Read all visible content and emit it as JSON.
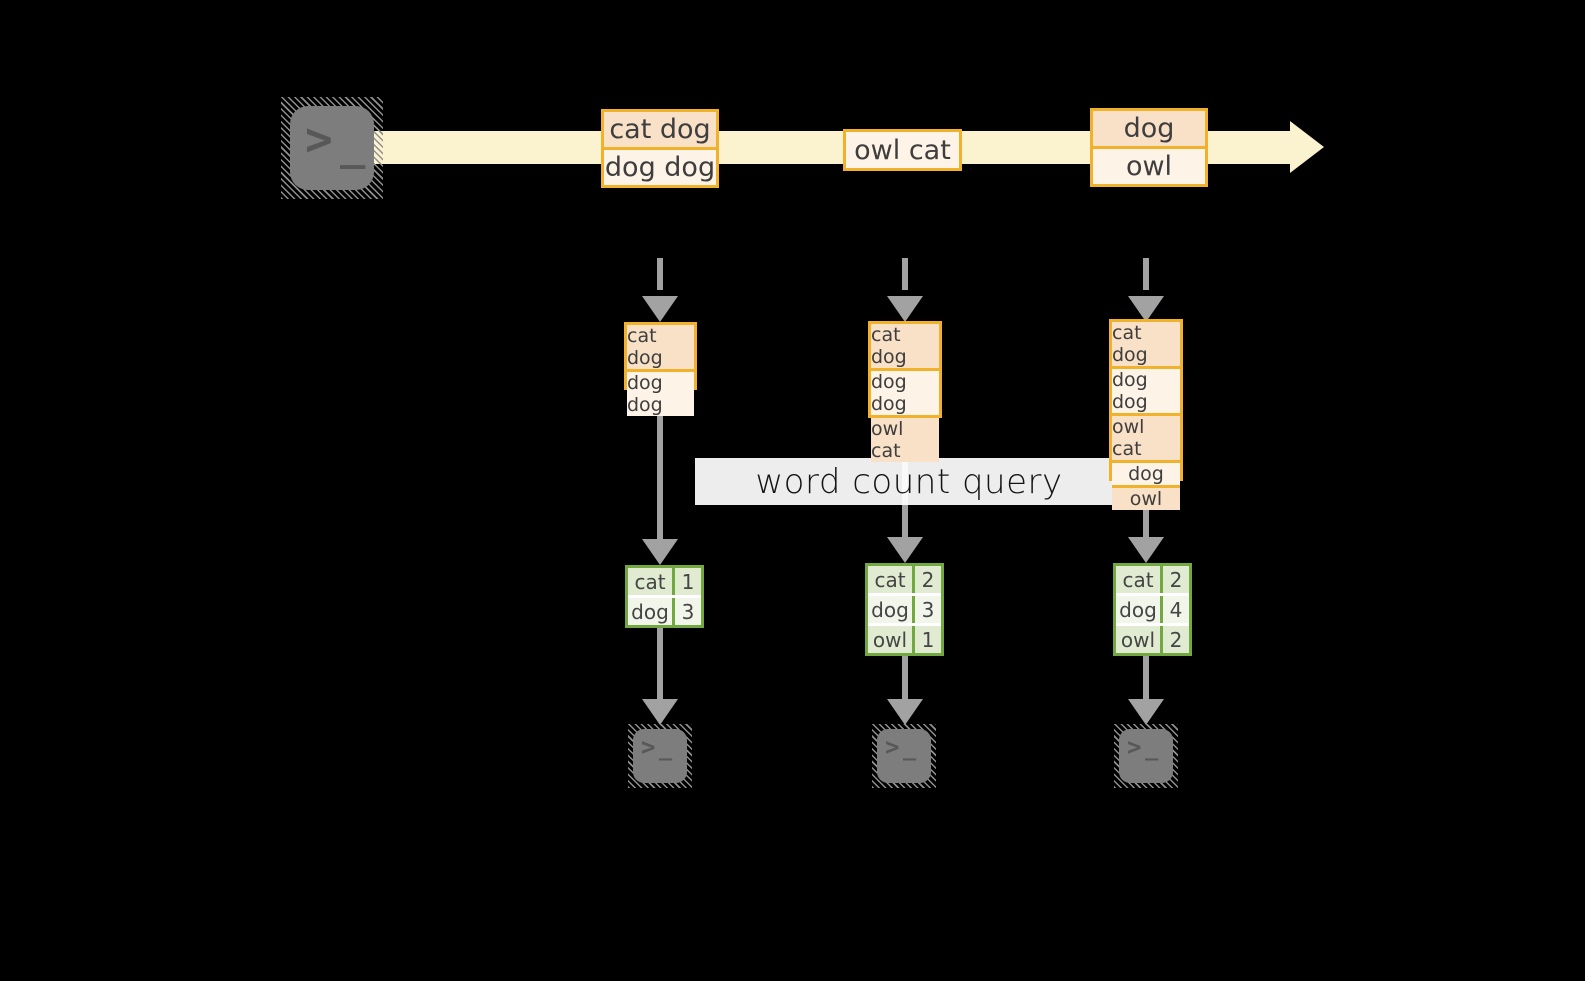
{
  "query": {
    "label": "word count query"
  },
  "terminal_icon": {
    "chevron": ">",
    "underscore": "_"
  },
  "stream": {
    "events": [
      {
        "rows": [
          "cat dog",
          "dog dog"
        ]
      },
      {
        "rows": [
          "owl cat"
        ]
      },
      {
        "rows": [
          "dog",
          "owl"
        ]
      }
    ]
  },
  "columns": [
    {
      "state_rows": [
        "cat dog",
        "dog dog"
      ],
      "counts": [
        {
          "word": "cat",
          "count": "1"
        },
        {
          "word": "dog",
          "count": "3"
        }
      ]
    },
    {
      "state_rows": [
        "cat dog",
        "dog dog",
        "owl cat"
      ],
      "counts": [
        {
          "word": "cat",
          "count": "2"
        },
        {
          "word": "dog",
          "count": "3"
        },
        {
          "word": "owl",
          "count": "1"
        }
      ]
    },
    {
      "state_rows": [
        "cat dog",
        "dog dog",
        "owl cat",
        "dog",
        "owl"
      ],
      "counts": [
        {
          "word": "cat",
          "count": "2"
        },
        {
          "word": "dog",
          "count": "4"
        },
        {
          "word": "owl",
          "count": "2"
        }
      ]
    }
  ],
  "colors": {
    "background": "#000000",
    "stream_band": "#FBF2CF",
    "box_border": "#F2B12A",
    "box_fill_dark": "#F9E1C7",
    "box_fill_light": "#FDF3E6",
    "table_border": "#71A83F",
    "table_fill_dark": "#E1EBD1",
    "table_fill_light": "#F1F5EA",
    "arrow_gray": "#A2A2A2",
    "terminal_gray": "#7D7D7D",
    "text": "#3E3E3E"
  }
}
